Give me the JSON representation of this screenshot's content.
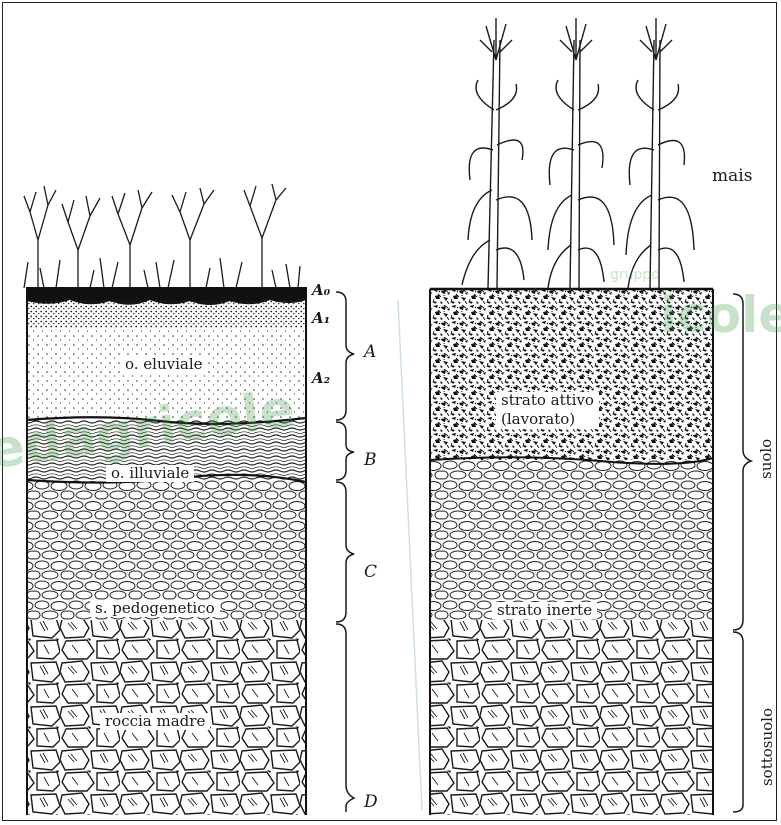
{
  "colors": {
    "ink": "#1a1a1a",
    "watermark": "#38963c",
    "background": "#ffffff"
  },
  "left_profile": {
    "horizon_markers": [
      "A₀",
      "A₁",
      "A₂"
    ],
    "labels": {
      "eluviale": "o. eluviale",
      "illuviale": "o. illuviale",
      "pedogenetico": "s. pedogenetico",
      "roccia": "roccia madre"
    },
    "brackets": [
      "A",
      "B",
      "C",
      "D"
    ]
  },
  "right_profile": {
    "crop_label": "mais",
    "labels": {
      "attivo_line1": "strato attivo",
      "attivo_line2": "(lavorato)",
      "inerte": "strato inerte"
    },
    "side_labels": {
      "suolo": "suolo",
      "sottosuolo": "sottosuolo"
    }
  },
  "watermark": {
    "left": "edagricole",
    "right": "icole",
    "small": "gruppo"
  },
  "icons": [
    "grass-shrubs-icon",
    "corn-plant-icon",
    "rock-fragment-icon"
  ]
}
